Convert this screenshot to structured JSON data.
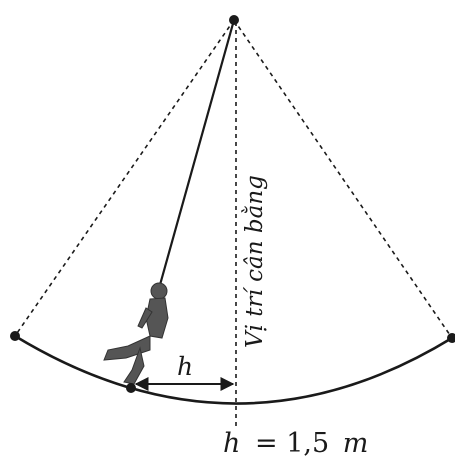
{
  "diagram": {
    "equilibrium_label": "Vị trí cân bằng",
    "h_arrow_label": "h",
    "caption": {
      "variable": "h",
      "equals": "=",
      "value": "1,5",
      "unit": "m"
    }
  },
  "colors": {
    "ink": "#1a1a1a",
    "figure": "#555555"
  }
}
